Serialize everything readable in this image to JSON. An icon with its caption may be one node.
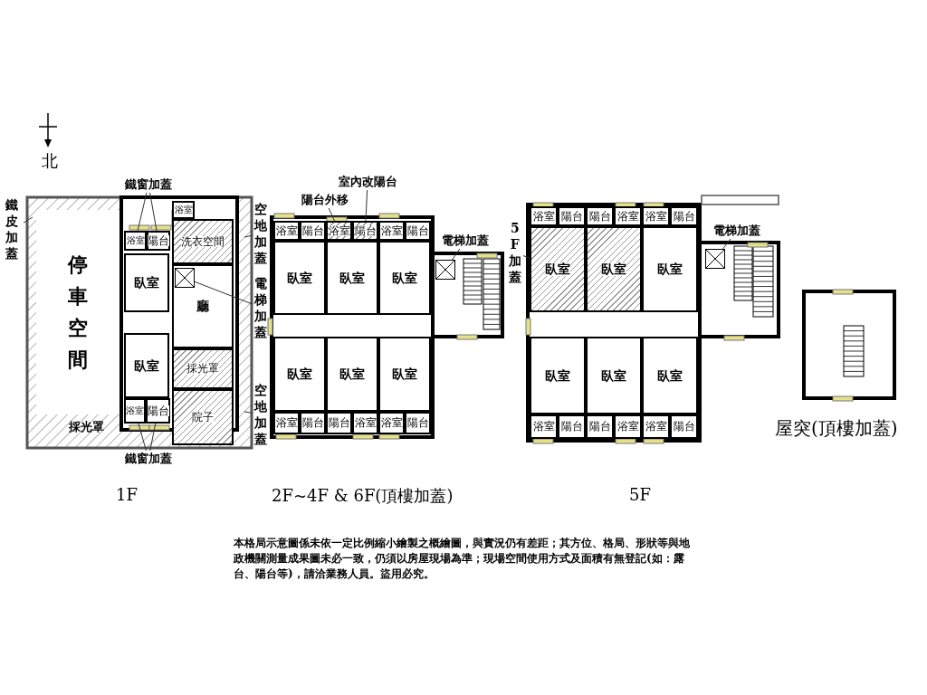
{
  "diagram": {
    "nodes": [
      {
        "text": [
          "停車空間"
        ]
      },
      {
        "text": [
          "浴室"
        ]
      },
      {
        "text": [
          "陽台"
        ]
      },
      {
        "text": [
          "浴室"
        ]
      },
      {
        "text": [
          "洗衣空間"
        ]
      },
      {
        "text": [
          "臥室"
        ]
      },
      {
        "text": [
          "廳"
        ]
      },
      {
        "text": [],
        "shape": "box",
        "in": 6
      },
      {
        "text": [
          "臥室"
        ]
      },
      {
        "text": [
          "採光罩"
        ]
      },
      {
        "text": [
          "浴室"
        ]
      },
      {
        "text": [
          "陽台"
        ]
      },
      {
        "text": [
          "院子"
        ]
      },
      {
        "text": [
          "採光罩"
        ]
      },
      {
        "text": [
          "鐵窗加蓋"
        ]
      },
      {
        "text": [
          "鐵皮加蓋"
        ]
      },
      {
        "text": [
          "空地加蓋"
        ]
      },
      {
        "text": [
          "電梯加蓋"
        ]
      },
      {
        "text": [
          "空地加蓋"
        ]
      },
      {
        "text": [
          "鐵窗加蓋"
        ]
      },
      {
        "text": [
          "陽台外移"
        ]
      },
      {
        "text": [
          "室內改陽台"
        ]
      },
      {
        "text": [
          "浴室"
        ]
      },
      {
        "text": [
          "陽台"
        ]
      },
      {
        "text": [
          "浴室"
        ]
      },
      {
        "text": [
          "陽台"
        ]
      },
      {
        "text": [
          "浴室"
        ]
      },
      {
        "text": [
          "陽台"
        ]
      },
      {
        "text": [
          "臥室"
        ]
      },
      {
        "text": [
          "臥室"
        ]
      },
      {
        "text": [
          "臥室"
        ]
      },
      {
        "text": [
          "電梯加蓋"
        ]
      },
      {
        "text": [],
        "shape": "box"
      },
      {
        "text": [
          "臥室"
        ]
      },
      {
        "text": [
          "臥室"
        ]
      },
      {
        "text": [
          "臥室"
        ]
      },
      {
        "text": [
          "浴室"
        ]
      },
      {
        "text": [
          "陽台"
        ]
      },
      {
        "text": [
          "陽台"
        ]
      },
      {
        "text": [
          "浴室"
        ]
      },
      {
        "text": [
          "浴室"
        ]
      },
      {
        "text": [
          "陽台"
        ]
      },
      {
        "text": [
          "5F加蓋"
        ]
      },
      {
        "text": [
          "浴室"
        ]
      },
      {
        "text": [
          "陽台"
        ]
      },
      {
        "text": [
          "陽台"
        ]
      },
      {
        "text": [
          "浴室"
        ]
      },
      {
        "text": [
          "浴室"
        ]
      },
      {
        "text": [
          "陽台"
        ]
      },
      {
        "text": [
          "臥室"
        ]
      },
      {
        "text": [
          "臥室"
        ]
      },
      {
        "text": [
          "臥室"
        ]
      },
      {
        "text": [
          "電梯加蓋"
        ]
      },
      {
        "text": [],
        "shape": "box"
      },
      {
        "text": [
          "臥室"
        ]
      },
      {
        "text": [
          "臥室"
        ]
      },
      {
        "text": [
          "臥室"
        ]
      },
      {
        "text": [
          "浴室"
        ]
      },
      {
        "text": [
          "陽台"
        ]
      },
      {
        "text": [
          "陽台"
        ]
      },
      {
        "text": [
          "浴室"
        ]
      },
      {
        "text": [
          "浴室"
        ]
      },
      {
        "text": [
          "陽台"
        ]
      }
    ],
    "edges": [
      {
        "from": 14,
        "to": 1,
        "arrow": "none"
      },
      {
        "from": 14,
        "to": 2,
        "arrow": "none"
      },
      {
        "from": 15,
        "to": null,
        "arrow": "none"
      },
      {
        "from": 16,
        "to": null,
        "arrow": "none"
      },
      {
        "from": 17,
        "to": 7,
        "arrow": "none"
      },
      {
        "from": 18,
        "to": null,
        "arrow": "none"
      },
      {
        "from": 19,
        "to": 10,
        "arrow": "none"
      },
      {
        "from": 19,
        "to": 11,
        "arrow": "none"
      },
      {
        "from": 20,
        "to": 24,
        "arrow": "none"
      },
      {
        "from": 21,
        "to": 25,
        "arrow": "none"
      },
      {
        "from": 31,
        "to": 32,
        "arrow": "none"
      },
      {
        "from": 42,
        "to": 49,
        "arrow": "none"
      },
      {
        "from": 52,
        "to": 53,
        "arrow": "none"
      }
    ],
    "labels": [
      "北",
      "1F",
      "2F~4F & 6F(頂樓加蓋)",
      "5F",
      "屋突(頂樓加蓋)",
      "本格局示意圖係未依一定比例縮小繪製之概繪圖，與實況仍有差距；其方位、格局、形狀等與地政機關測量成果圖未必一致，仍須以房屋現場為準；現場空間使用方式及面積有無登記(如：露台、陽台等)，請洽業務人員。盜用必究。"
    ]
  }
}
